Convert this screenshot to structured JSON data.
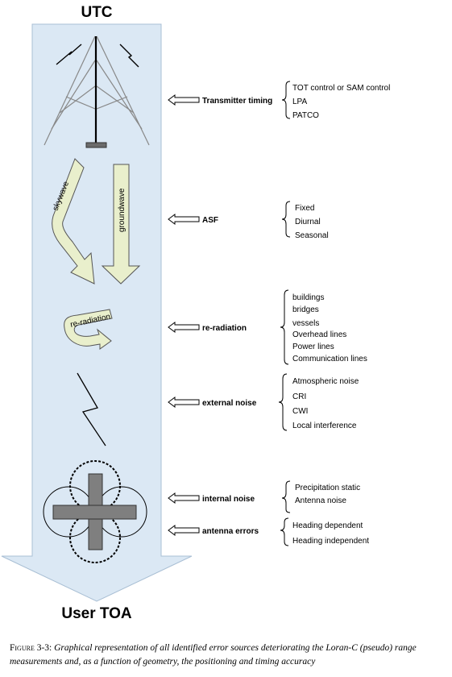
{
  "top_label": "UTC",
  "bottom_label": "User TOA",
  "wave_labels": {
    "skywave": "skywave",
    "groundwave": "groundwave",
    "reradiation": "re-radiation"
  },
  "sources": [
    {
      "key": "transmitter",
      "label": "Transmitter timing",
      "items": [
        "TOT control or SAM control",
        "LPA",
        "PATCO"
      ]
    },
    {
      "key": "asf",
      "label": "ASF",
      "items": [
        "Fixed",
        "Diurnal",
        "Seasonal"
      ]
    },
    {
      "key": "reradiation",
      "label": "re-radiation",
      "items": [
        "buildings",
        "bridges",
        "vessels",
        "Overhead lines",
        "Power lines",
        "Communication lines"
      ]
    },
    {
      "key": "external",
      "label": "external noise",
      "items": [
        "Atmospheric noise",
        "CRI",
        "CWI",
        "Local interference"
      ]
    },
    {
      "key": "internal",
      "label": "internal noise",
      "items": [
        "Precipitation static",
        "Antenna noise"
      ]
    },
    {
      "key": "antenna",
      "label": "antenna errors",
      "items": [
        "Heading dependent",
        "Heading independent"
      ]
    }
  ],
  "caption": {
    "lead": "Figure 3-3:",
    "text": "Graphical representation of all identified error sources deteriorating the Loran-C (pseudo) range measurements and, as a function of geometry, the positioning and timing accuracy"
  }
}
